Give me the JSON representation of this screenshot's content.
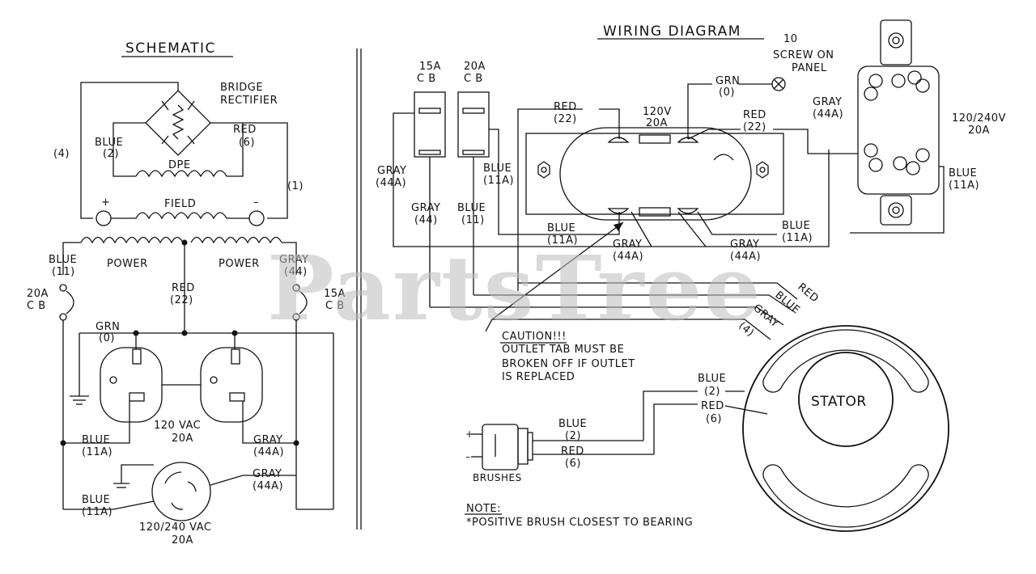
{
  "watermark": "PartsTree",
  "schematic": {
    "title": "SCHEMATIC",
    "bridge_rectifier": [
      "BRIDGE",
      "RECTIFIER"
    ],
    "dpe": "DPE",
    "field": "FIELD",
    "field_pos": "+",
    "field_neg": "–",
    "wire_4": "(4)",
    "wire_1": "(1)",
    "blue_2": [
      "BLUE",
      "(2)"
    ],
    "red_6": [
      "RED",
      "(6)"
    ],
    "power_left": "POWER",
    "power_right": "POWER",
    "blue_11": [
      "BLUE",
      "(11)"
    ],
    "gray_44": [
      "GRAY",
      "(44)"
    ],
    "cb_20a": [
      "20A",
      "C B"
    ],
    "cb_15a": [
      "15A",
      "C B"
    ],
    "red_22": [
      "RED",
      "(22)"
    ],
    "grn_0": [
      "GRN",
      "(0)"
    ],
    "vac_120": [
      "120 VAC",
      "20A"
    ],
    "blue_11a_1": [
      "BLUE",
      "(11A)"
    ],
    "gray_44a_1": [
      "GRAY",
      "(44A)"
    ],
    "gray_44a_2": [
      "GRAY",
      "(44A)"
    ],
    "blue_11a_2": [
      "BLUE",
      "(11A)"
    ],
    "vac_240": [
      "120/240 VAC",
      "20A"
    ]
  },
  "wiring": {
    "title": "WIRING DIAGRAM",
    "cb_15a": [
      "15A",
      "C B"
    ],
    "cb_20a": [
      "20A",
      "C B"
    ],
    "grn_0": [
      "GRN",
      "(0)"
    ],
    "screw": [
      "10",
      "SCREW ON",
      "PANEL"
    ],
    "red_22_a": [
      "RED",
      "(22)"
    ],
    "red_22_b": [
      "RED",
      "(22)"
    ],
    "outlet_120": [
      "120V",
      "20A"
    ],
    "gray_44a_right": [
      "GRAY",
      "(44A)"
    ],
    "outlet_240": [
      "120/240V",
      "20A"
    ],
    "gray_44a_left": [
      "GRAY",
      "(44A)"
    ],
    "blue_11a_cb": [
      "BLUE",
      "(11A)"
    ],
    "gray_44": [
      "GRAY",
      "(44)"
    ],
    "blue_11": [
      "BLUE",
      "(11)"
    ],
    "blue_11a_mid": [
      "BLUE",
      "(11A)"
    ],
    "gray_44a_mid1": [
      "GRAY",
      "(44A)"
    ],
    "gray_44a_mid2": [
      "GRAY",
      "(44A)"
    ],
    "blue_11a_right": [
      "BLUE",
      "(11A)"
    ],
    "blue_11a_far": [
      "BLUE",
      "(11A)"
    ],
    "stator_leads": [
      "RED",
      "BLUE",
      "GRAY",
      "(4)"
    ],
    "caution": [
      "CAUTION!!!",
      "OUTLET TAB MUST BE",
      "BROKEN OFF IF OUTLET",
      "IS REPLACED"
    ],
    "stator": "STATOR",
    "blue_2_stator": [
      "BLUE",
      "(2)"
    ],
    "red_6_stator": [
      "RED",
      "(6)"
    ],
    "blue_2_brush": [
      "BLUE",
      "(2)"
    ],
    "red_6_brush": [
      "RED",
      "(6)"
    ],
    "brushes": "BRUSHES",
    "brush_pos": "+",
    "brush_neg": "–",
    "note_title": "NOTE:",
    "note_text": "*POSITIVE BRUSH CLOSEST TO BEARING"
  }
}
